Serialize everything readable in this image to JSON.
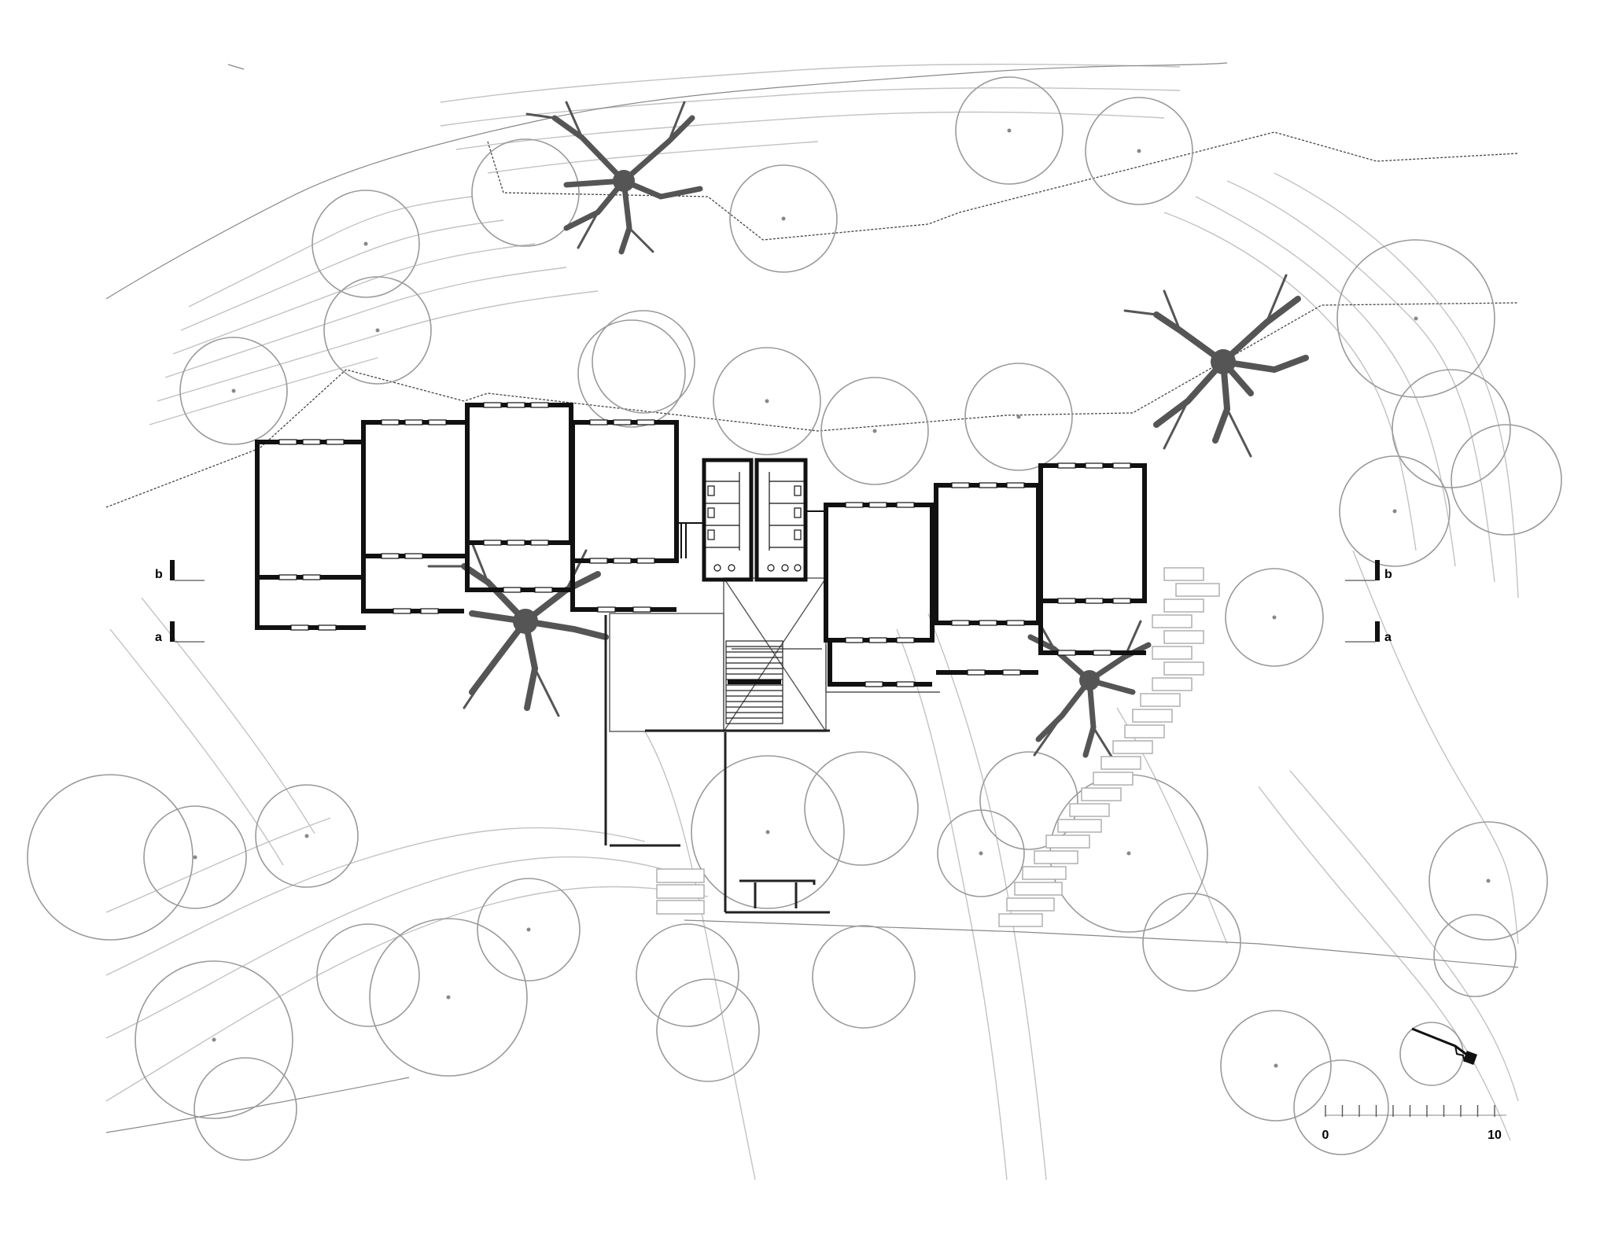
{
  "section_markers": [
    {
      "id": "b-left",
      "letter": "b"
    },
    {
      "id": "a-left",
      "letter": "a"
    },
    {
      "id": "b-right",
      "letter": "b"
    },
    {
      "id": "a-right",
      "letter": "a"
    }
  ],
  "scale_bar": {
    "start_label": "0",
    "end_label": "10",
    "divisions": 10
  },
  "colors": {
    "wall": "#111111",
    "contour": "#b8b8b8",
    "tree_canopy": "#9a9a9a",
    "tree_trunk": "#6e6e6e",
    "boundary": "#555555"
  }
}
